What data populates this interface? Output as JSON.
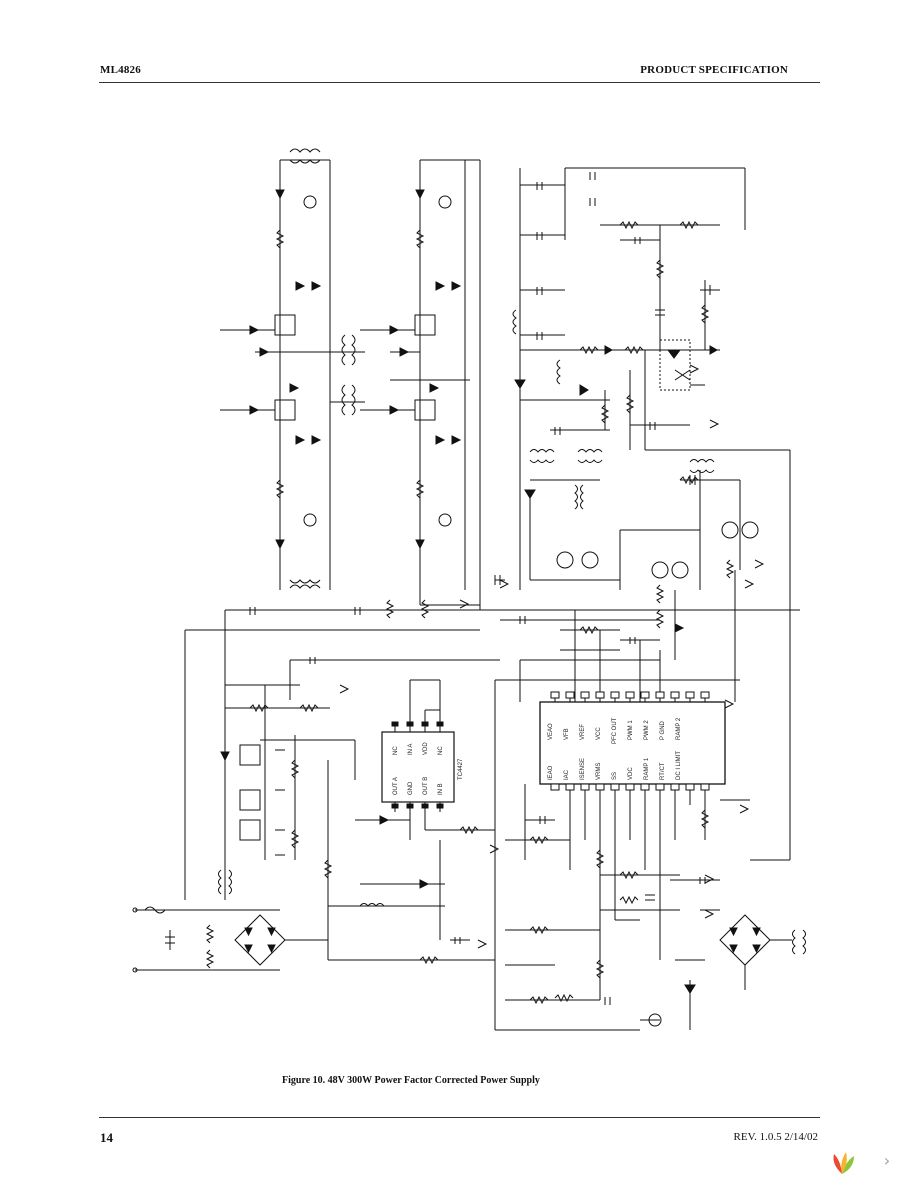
{
  "header": {
    "part_number": "ML4826",
    "doc_type": "PRODUCT SPECIFICATION"
  },
  "figure": {
    "caption": "Figure 10.  48V 300W Power Factor Corrected Power Supply",
    "main_ic_pins_top": [
      "VEAO",
      "VFB",
      "VREF",
      "VCC",
      "PFC OUT",
      "PWM 1",
      "PWM 2",
      "P GND",
      "RAMP 2"
    ],
    "main_ic_pins_bottom": [
      "IEAO",
      "IAC",
      "ISENSE",
      "VRMS",
      "SS",
      "VDC",
      "RAMP 1",
      "RT/CT",
      "DC I LIMIT"
    ],
    "driver_ic_pins": [
      "NC",
      "IN A",
      "VDD",
      "OUT A",
      "GND",
      "OUT B",
      "IN B",
      "NC"
    ],
    "driver_ic_name": "TC4427"
  },
  "footer": {
    "page_number": "14",
    "revision": "REV. 1.0.5 2/14/02"
  },
  "colors": {
    "ink": "#111111",
    "rule": "#333333"
  },
  "icons": {
    "logo": "colorful-leaf-logo-icon",
    "next": "chevron-right-icon"
  }
}
